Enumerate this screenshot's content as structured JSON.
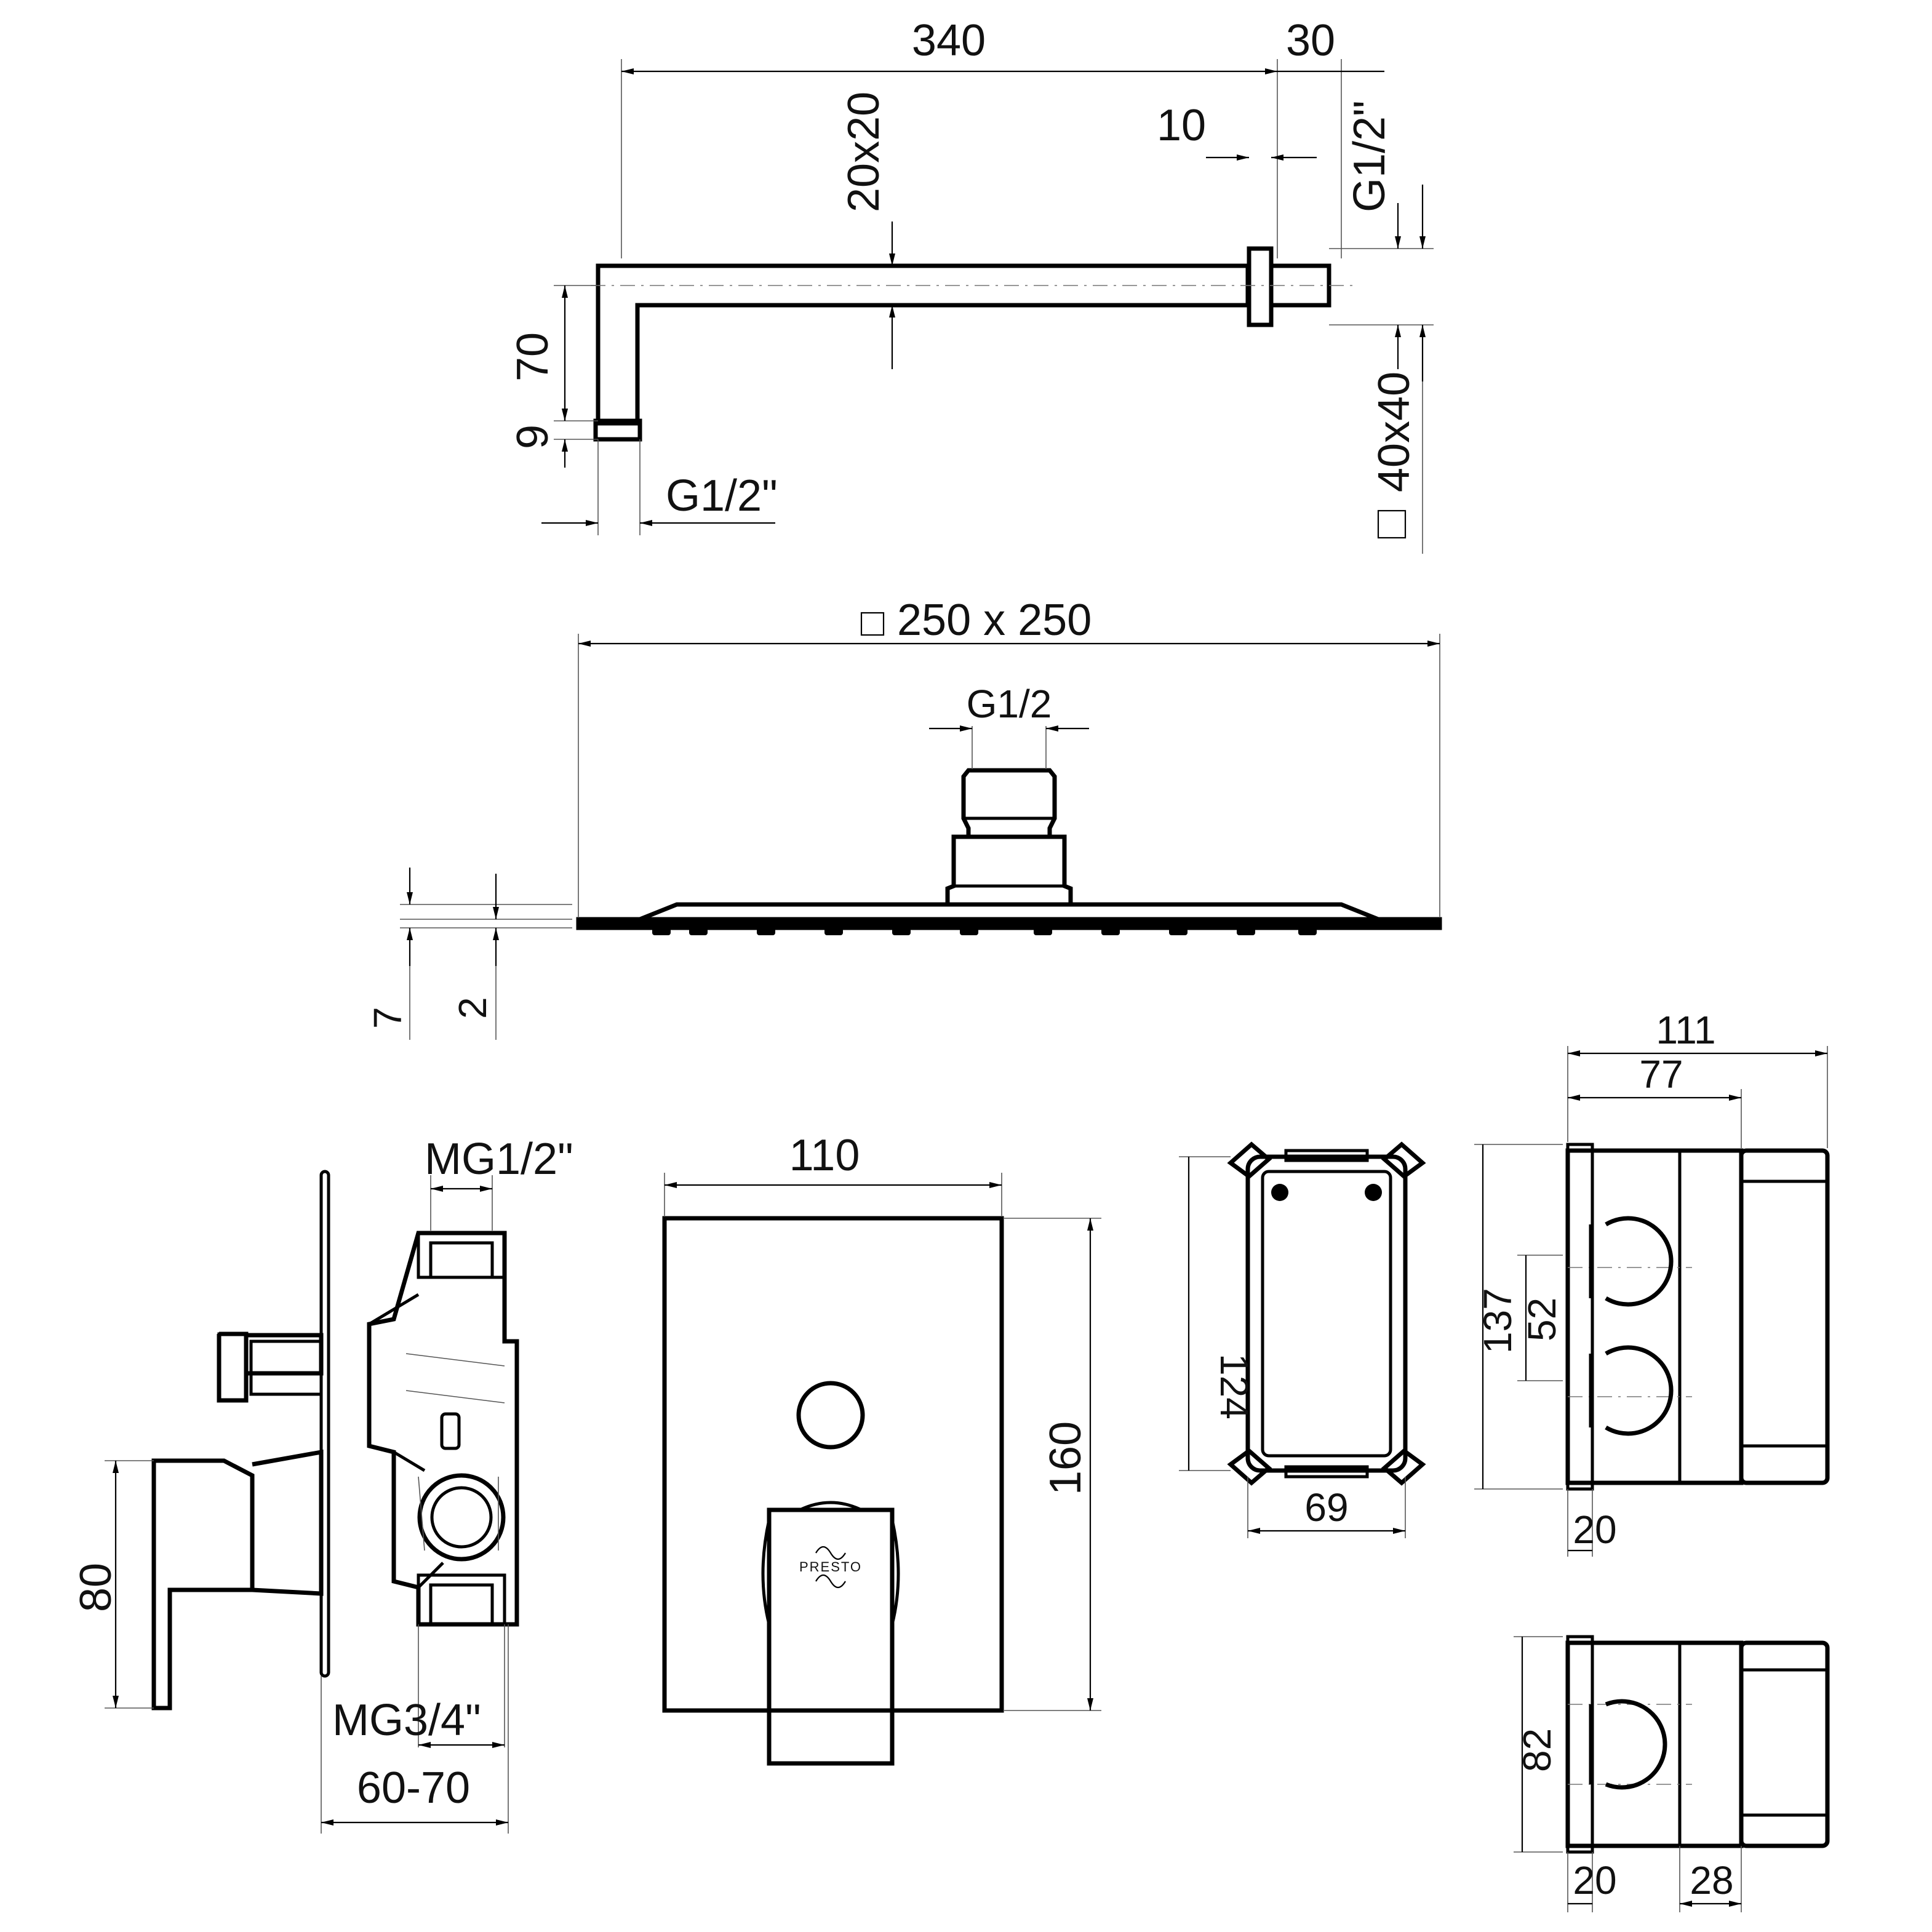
{
  "shower_arm": {
    "len_total": "340",
    "len_flange": "30",
    "len_nut": "10",
    "section": "20x20",
    "thread_wall": "G1/2\"",
    "height": "70",
    "thread_len": "9",
    "thread_head": "G1/2\"",
    "flange": "40x40"
  },
  "shower_head": {
    "size": "250 x 250",
    "connection": "G1/2",
    "thickness_total": "7",
    "thickness_edge": "2"
  },
  "mixer_side": {
    "outlet_thread": "MG1/2\"",
    "inlet_thread": "MG3/4\"",
    "height": "80",
    "depth": "60-70"
  },
  "mixer_front": {
    "width": "110",
    "height": "160",
    "brand_mark": "PRESTO"
  },
  "box_front": {
    "height": "124",
    "width": "69"
  },
  "box_side": {
    "depth_total": "111",
    "depth_body": "77",
    "height": "137",
    "spacing": "52",
    "wall": "20"
  },
  "box_side_small": {
    "height": "82",
    "wall": "20",
    "ext": "28"
  }
}
